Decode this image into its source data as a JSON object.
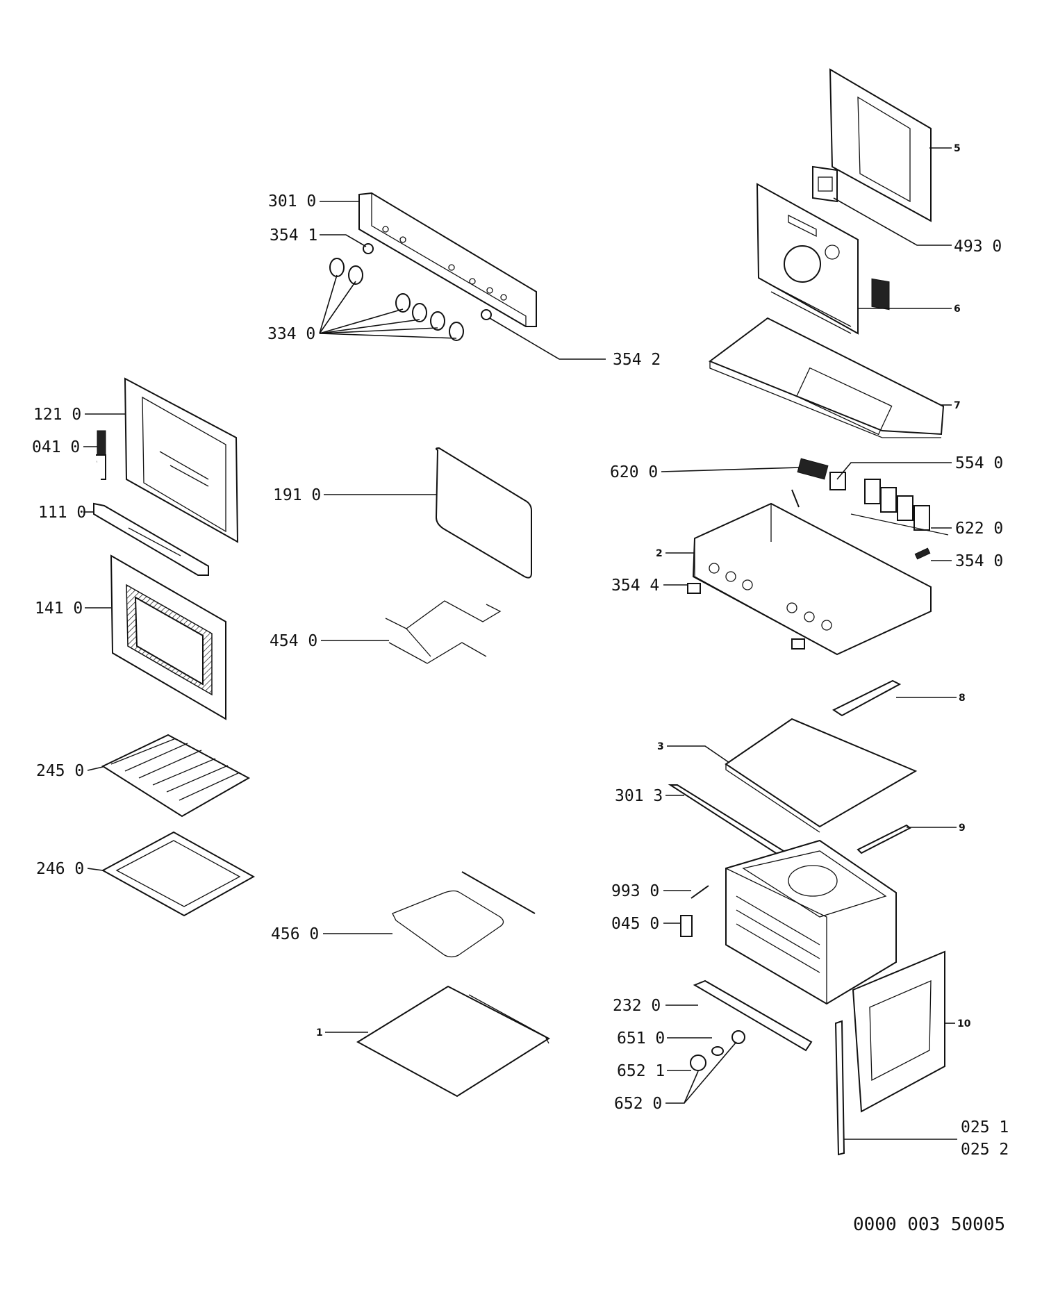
{
  "drawing_code": "0000 003 50005",
  "callouts": {
    "c3010": "301 0",
    "c3541": "354 1",
    "c3340": "334 0",
    "c3542": "354 2",
    "c5": "5",
    "c4930": "493 0",
    "c6": "6",
    "c7": "7",
    "c1210": "121 0",
    "c0410": "041 0",
    "c1110": "111 0",
    "c1410": "141 0",
    "c2450": "245 0",
    "c2460": "246 0",
    "c1910": "191 0",
    "c4540": "454 0",
    "c4560": "456 0",
    "c1": "1",
    "c6200": "620 0",
    "c5540": "554 0",
    "c6220": "622 0",
    "c2": "2",
    "c3540": "354 0",
    "c3544": "354 4",
    "c8": "8",
    "c3": "3",
    "c3013": "301 3",
    "c9": "9",
    "c9930": "993 0",
    "c0450": "045 0",
    "c2320": "232 0",
    "c6510": "651 0",
    "c6521": "652 1",
    "c6520": "652 0",
    "c10": "10",
    "c0251": "025 1",
    "c0252": "025 2"
  }
}
